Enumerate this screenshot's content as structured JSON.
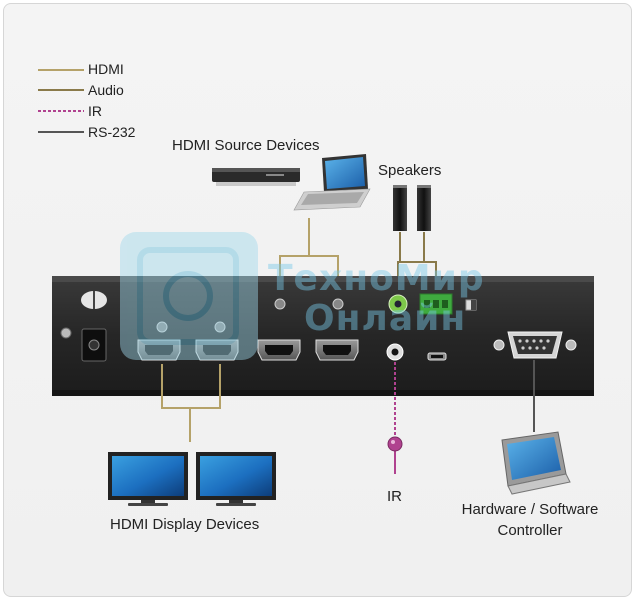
{
  "legend": [
    {
      "label": "HDMI",
      "color": "#b5a269",
      "style": "solid"
    },
    {
      "label": "Audio",
      "color": "#8a7a4a",
      "style": "solid"
    },
    {
      "label": "IR",
      "color": "#b0428f",
      "style": "dashed"
    },
    {
      "label": "RS-232",
      "color": "#555555",
      "style": "solid"
    }
  ],
  "labels": {
    "source_devices": "HDMI Source Devices",
    "speakers": "Speakers",
    "display_devices": "HDMI Display Devices",
    "ir": "IR",
    "controller_line1": "Hardware / Software",
    "controller_line2": "Controller"
  },
  "watermark": {
    "line1": "ТехноМир",
    "line2": "Онлайн"
  },
  "colors": {
    "hdmi_line": "#b5a269",
    "audio_line": "#8a7a4a",
    "ir_line": "#b0428f",
    "rs232_line": "#555555",
    "panel": "#2b2b2b",
    "audio_jack_green": "#7ec84a",
    "terminal_block_green": "#3faa3f"
  }
}
